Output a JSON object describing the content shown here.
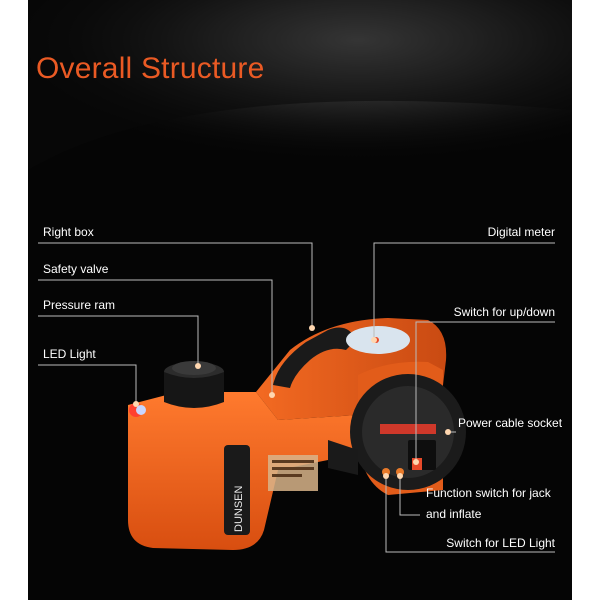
{
  "title": "Overall Structure",
  "brand": "DUNSEN",
  "callouts": {
    "right_box": "Right box",
    "safety_valve": "Safety valve",
    "pressure_ram": "Pressure ram",
    "led_light": "LED Light",
    "digital_meter": "Digital meter",
    "switch_up_down": "Switch for up/down",
    "power_cable_socket": "Power cable socket",
    "function_switch": "Function switch for jack and inflate",
    "switch_led": "Switch for LED Light"
  },
  "colors": {
    "accent": "#ea5a24",
    "body_orange": "#f0641e",
    "background": "#050505",
    "label_text": "#ffffff"
  }
}
